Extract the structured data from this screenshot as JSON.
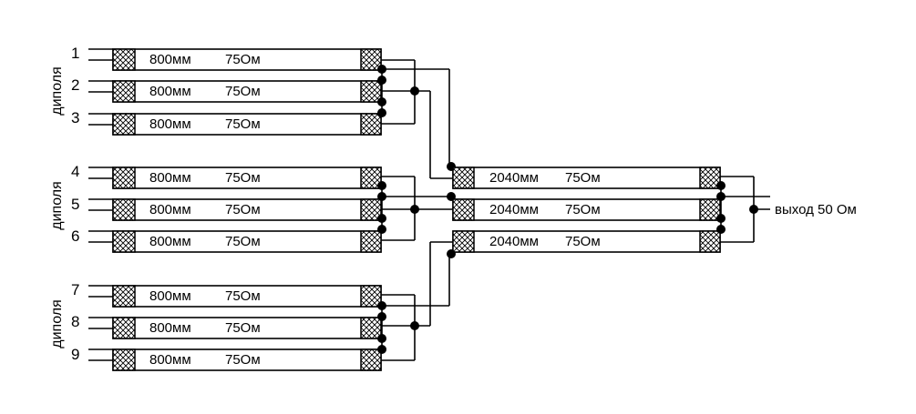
{
  "groups": [
    {
      "label": "диполя",
      "inputs": [
        "1",
        "2",
        "3"
      ],
      "cables": [
        {
          "length": "800мм",
          "impedance": "75Ом"
        },
        {
          "length": "800мм",
          "impedance": "75Ом"
        },
        {
          "length": "800мм",
          "impedance": "75Ом"
        }
      ]
    },
    {
      "label": "диполя",
      "inputs": [
        "4",
        "5",
        "6"
      ],
      "cables": [
        {
          "length": "800мм",
          "impedance": "75Ом"
        },
        {
          "length": "800мм",
          "impedance": "75Ом"
        },
        {
          "length": "800мм",
          "impedance": "75Ом"
        }
      ]
    },
    {
      "label": "диполя",
      "inputs": [
        "7",
        "8",
        "9"
      ],
      "cables": [
        {
          "length": "800мм",
          "impedance": "75Ом"
        },
        {
          "length": "800мм",
          "impedance": "75Ом"
        },
        {
          "length": "800мм",
          "impedance": "75Ом"
        }
      ]
    }
  ],
  "combiner": [
    {
      "length": "2040мм",
      "impedance": "75Ом"
    },
    {
      "length": "2040мм",
      "impedance": "75Ом"
    },
    {
      "length": "2040мм",
      "impedance": "75Ом"
    }
  ],
  "output_label": "выход 50 Ом"
}
